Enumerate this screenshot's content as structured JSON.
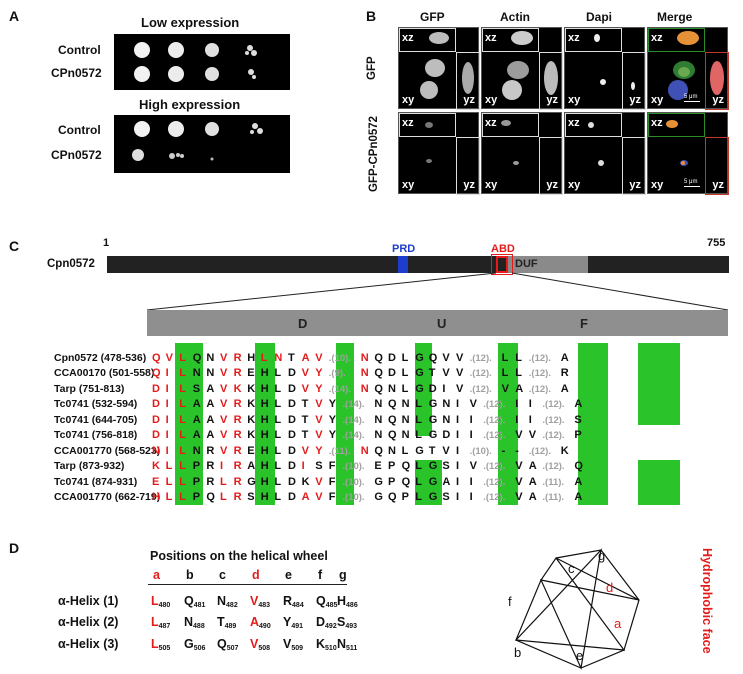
{
  "panels": {
    "A": "A",
    "B": "B",
    "C": "C",
    "D": "D"
  },
  "panel_a": {
    "low_title": "Low expression",
    "high_title": "High expression",
    "row_labels": [
      "Control",
      "CPn0572",
      "Control",
      "CPn0572"
    ]
  },
  "panel_b": {
    "columns": [
      "GFP",
      "Actin",
      "Dapi",
      "Merge"
    ],
    "rows": [
      "GFP",
      "GFP-CPn0572"
    ],
    "xz": "xz",
    "xy": "xy",
    "yz": "yz",
    "scale": "5 μm"
  },
  "panel_c": {
    "protein": "Cpn0572",
    "start": "1",
    "end": "755",
    "prd": "PRD",
    "abd": "ABD",
    "duf": "DUF",
    "duf_letters": [
      "D",
      "U",
      "F"
    ],
    "colors": {
      "prd": "#1f3dcc",
      "abd": "#e41b1b",
      "bar": "#222222",
      "duf": "#8a8a8a",
      "highlight": "#2ac42a"
    },
    "sequence_labels": [
      "Cpn0572 (478-536)",
      "CCA00170 (501-558)",
      "Tarp (751-813)",
      "Tc0741 (532-594)",
      "Tc0741 (644-705)",
      "Tc0741 (756-818)",
      "CCA001770 (568-523)",
      "Tarp (873-932)",
      "Tc0741 (874-931)",
      "CCA001770 (662-719)"
    ],
    "alignment": [
      [
        "Q",
        "V",
        "L",
        "Q",
        "N",
        "V",
        "R",
        "H",
        "L",
        "N",
        "T",
        "A",
        "V",
        "(10)",
        "N",
        "Q",
        "D",
        "L",
        "G",
        "Q",
        "V",
        "V",
        "(12)",
        "L",
        "L",
        "(12)",
        "A"
      ],
      [
        "Q",
        "I",
        "L",
        "N",
        "N",
        "V",
        "R",
        "E",
        "H",
        "L",
        "D",
        "V",
        "Y",
        "(9)",
        "N",
        "Q",
        "D",
        "L",
        "G",
        "T",
        "V",
        "V",
        "(12)",
        "L",
        "L",
        "(12)",
        "R"
      ],
      [
        "D",
        "I",
        "L",
        "S",
        "A",
        "V",
        "K",
        "K",
        "H",
        "L",
        "D",
        "V",
        "Y",
        "(14)",
        "N",
        "Q",
        "N",
        "L",
        "G",
        "D",
        "I",
        "V",
        "(12)",
        "V",
        "A",
        "(12)",
        "A"
      ],
      [
        "D",
        "I",
        "L",
        "A",
        "A",
        "V",
        "R",
        "K",
        "H",
        "L",
        "D",
        "T",
        "V",
        "Y",
        "(14)",
        "N",
        "Q",
        "N",
        "L",
        "G",
        "N",
        "I",
        "V",
        "(12)",
        "I",
        "I",
        "(12)",
        "A"
      ],
      [
        "D",
        "I",
        "L",
        "A",
        "A",
        "V",
        "R",
        "K",
        "H",
        "L",
        "D",
        "T",
        "V",
        "Y",
        "(14)",
        "N",
        "Q",
        "N",
        "L",
        "G",
        "N",
        "I",
        "I",
        "(12)",
        "I",
        "I",
        "(12)",
        "S"
      ],
      [
        "D",
        "I",
        "L",
        "A",
        "A",
        "V",
        "R",
        "K",
        "H",
        "L",
        "D",
        "T",
        "V",
        "Y",
        "(14)",
        "N",
        "Q",
        "N",
        "L",
        "G",
        "D",
        "I",
        "I",
        "(12)",
        "V",
        "V",
        "(12)",
        "P"
      ],
      [
        "N",
        "I",
        "L",
        "N",
        "R",
        "V",
        "R",
        "E",
        "H",
        "L",
        "D",
        "V",
        "Y",
        "(11)",
        "N",
        "Q",
        "N",
        "L",
        "G",
        "T",
        "V",
        "I",
        "(10)",
        "-",
        "-",
        "(12)",
        "K"
      ],
      [
        "K",
        "L",
        "L",
        "P",
        "R",
        "I",
        "R",
        "A",
        "H",
        "L",
        "D",
        "I",
        "S",
        "F",
        "(10)",
        "E",
        "P",
        "Q",
        "L",
        "G",
        "S",
        "I",
        "V",
        "(12)",
        "V",
        "A",
        "(12)",
        "Q"
      ],
      [
        "E",
        "L",
        "L",
        "P",
        "R",
        "L",
        "R",
        "G",
        "H",
        "L",
        "D",
        "K",
        "V",
        "F",
        "(10)",
        "G",
        "P",
        "Q",
        "L",
        "G",
        "A",
        "I",
        "I",
        "(12)",
        "V",
        "A",
        "(11)",
        "A"
      ],
      [
        "H",
        "L",
        "L",
        "P",
        "Q",
        "L",
        "R",
        "S",
        "H",
        "L",
        "D",
        "A",
        "V",
        "F",
        "(10)",
        "G",
        "Q",
        "P",
        "L",
        "G",
        "S",
        "I",
        "I",
        "(12)",
        "V",
        "A",
        "(11)",
        "A"
      ]
    ]
  },
  "panel_d": {
    "title": "Positions on the helical wheel",
    "positions": [
      "a",
      "b",
      "c",
      "d",
      "e",
      "f",
      "g"
    ],
    "helices": [
      {
        "label": "α-Helix (1)",
        "res": [
          "L",
          "Q",
          "N",
          "V",
          "R",
          "Q",
          "H"
        ],
        "nums": [
          "480",
          "481",
          "482",
          "483",
          "484",
          "485",
          "486"
        ]
      },
      {
        "label": "α-Helix (2)",
        "res": [
          "L",
          "N",
          "T",
          "A",
          "Y",
          "D",
          "S"
        ],
        "nums": [
          "487",
          "488",
          "489",
          "490",
          "491",
          "492",
          "493"
        ]
      },
      {
        "label": "α-Helix (3)",
        "res": [
          "L",
          "G",
          "Q",
          "V",
          "V",
          "K",
          "N"
        ],
        "nums": [
          "505",
          "506",
          "507",
          "508",
          "509",
          "510",
          "511"
        ]
      }
    ],
    "wheel_letters": [
      "a",
      "b",
      "c",
      "d",
      "e",
      "f",
      "g"
    ],
    "hydrophobic_label": "Hydrophobic face"
  }
}
